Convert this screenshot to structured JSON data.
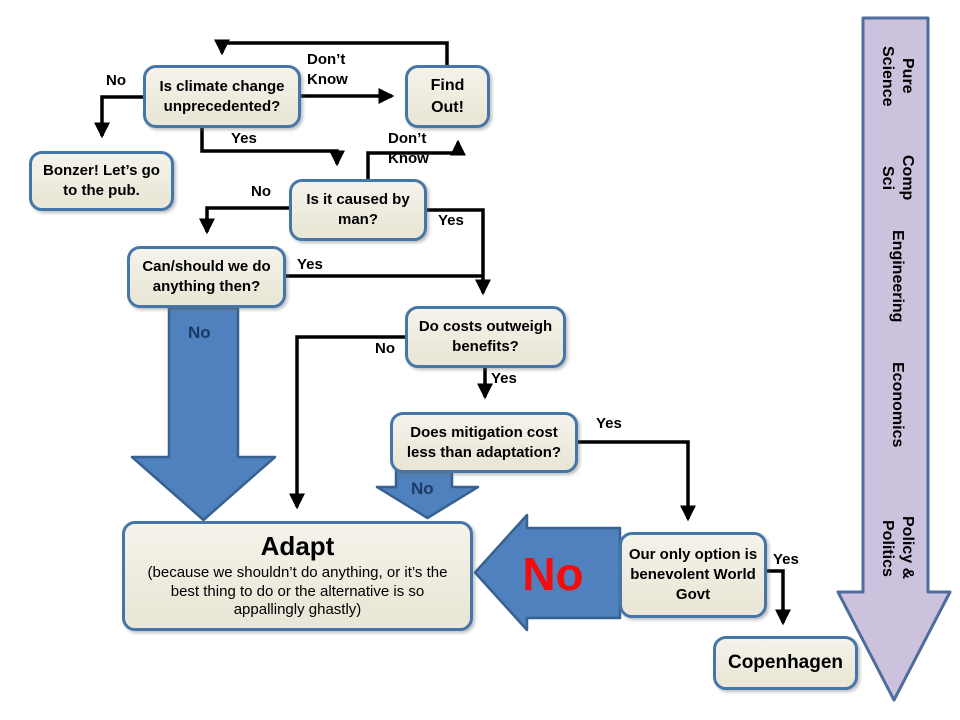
{
  "nodes": {
    "unprecedented": {
      "text": "Is climate change unprecedented?"
    },
    "find_out": {
      "text": "Find Out!"
    },
    "bonzer": {
      "text": "Bonzer! Let’s go to the pub."
    },
    "caused_by_man": {
      "text": "Is it caused by man?"
    },
    "can_should": {
      "text": "Can/should we do anything then?"
    },
    "costs_outweigh": {
      "text": "Do costs outweigh benefits?"
    },
    "mitigation": {
      "text": "Does mitigation cost less than adaptation?"
    },
    "adapt": {
      "title": "Adapt",
      "subtitle": "(because we shouldn’t do anything, or it’s the best thing to do or the alternative is so appallingly ghastly)"
    },
    "world_govt": {
      "text": "Our only option is benevolent World Govt"
    },
    "copenhagen": {
      "text": "Copenhagen"
    }
  },
  "labels": {
    "no_unprecedented": "No",
    "dont_know_1": "Don’t Know",
    "yes_unprecedented": "Yes",
    "dont_know_2": "Don’t Know",
    "no_caused": "No",
    "yes_caused": "Yes",
    "yes_can_should": "Yes",
    "no_costs": "No",
    "yes_costs": "Yes",
    "yes_mitigation": "Yes",
    "yes_world_govt": "Yes",
    "no_big_down": "No",
    "no_small_down": "No",
    "no_adapt_big_left": "No"
  },
  "spectrum": {
    "items": [
      "Pure Science",
      "Comp Sci",
      "Engineering",
      "Economics",
      "Policy & Politics"
    ]
  },
  "colors": {
    "box_fill": "#eae7d8",
    "box_fill_light": "#f5f3ea",
    "box_border": "#4576a8",
    "arrow_blue": "#4e81bd",
    "arrow_blue_border": "#38618f",
    "arrow_purple": "#cdc2dd",
    "arrow_purple_border": "#4f6d9c",
    "no_red": "#f40b0b",
    "navy": "#1b3a66",
    "line_black": "#000000"
  }
}
